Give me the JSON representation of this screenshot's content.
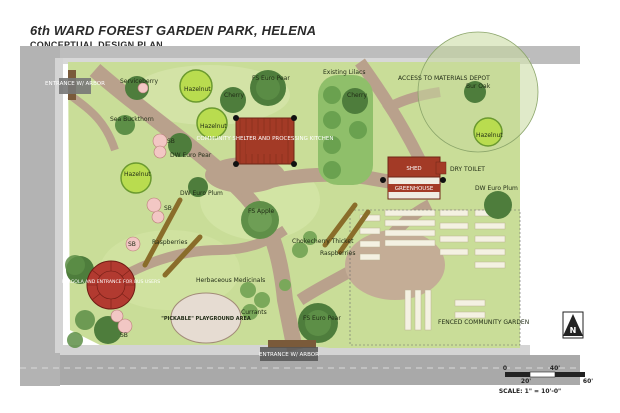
{
  "header": {
    "title": "6th WARD FOREST GARDEN PARK, HELENA",
    "subtitle": "CONCEPTUAL DESIGN PLAN"
  },
  "labels": {
    "entrance_west": "ENTRANCE W/ ARBOR",
    "serviceberry": "Serviceberry",
    "sea_buckthorn": "Sea Buckthorn",
    "hazelnut_a": "Hazelnut",
    "hazelnut_b": "Hazelnut",
    "hazelnut_c": "Hazelnut",
    "hazelnut_d": "Hazelnut",
    "fs_euro_pear_top": "FS Euro Pear",
    "cherry_a": "Cherry",
    "cherry_b": "Cherry",
    "existing_lilacs": "Existing Lilacs",
    "access_depot": "ACCESS TO MATERIALS DEPOT",
    "bur_oak": "Bur Oak",
    "community_shelter": "COMMUNITY SHELTER AND PROCESSING KITCHEN",
    "sb_a": "SB",
    "sb_b": "SB",
    "sb_c": "SB",
    "sb_d": "SB",
    "dw_euro_pear": "DW Euro Pear",
    "dw_euro_plum_a": "DW Euro Plum",
    "dw_euro_plum_b": "DW Euro Plum",
    "shed": "SHED",
    "greenhouse": "GREENHOUSE",
    "dry_toilet": "DRY TOILET",
    "fs_apple": "FS Apple",
    "raspberries_a": "Raspberries",
    "raspberries_b": "Raspberries",
    "chokecherry_thicket": "Chokecherry Thicket",
    "pergola": "PERGOLA AND ENTRANCE FOR BUS USERS",
    "herbaceous_medicinals": "Herbaceous Medicinals",
    "playground": "\"PICKABLE\" PLAYGROUND AREA",
    "currants": "Currants",
    "fs_euro_pear_bottom": "FS Euro Pear",
    "fenced_garden": "FENCED COMMUNITY GARDEN",
    "entrance_south": "ENTRANCE W/ ARBOR"
  },
  "scale": {
    "tick_0": "0",
    "tick_20": "20'",
    "tick_40": "40'",
    "tick_60": "60'",
    "text": "SCALE: 1\" = 10'-0\""
  },
  "north_arrow_label": "N",
  "colors": {
    "lawn": "#c9dd98",
    "path": "#b9a18c",
    "street": "#9a9a9a",
    "tree_dark": "#4e7d3c",
    "tree_light": "#b9dc4f",
    "building_red": "#a33a26",
    "pergola": "#b23a30"
  }
}
